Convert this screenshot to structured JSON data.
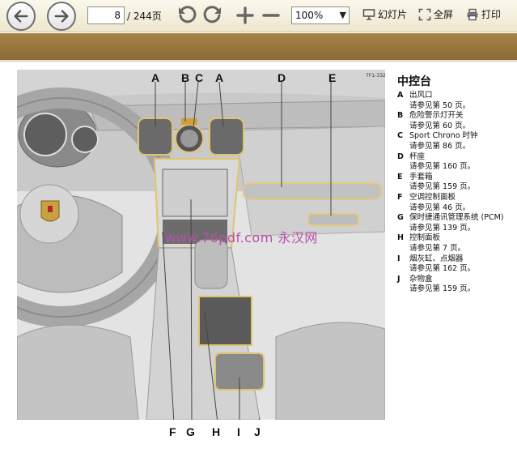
{
  "toolbar": {
    "page_current": "8",
    "page_total": "/ 244页",
    "zoom": "100%",
    "slideshow_label": "幻灯片",
    "fullscreen_label": "全屏",
    "print_label": "打印"
  },
  "figure": {
    "code": "7F1-332",
    "callouts_top": [
      "A",
      "B",
      "C",
      "A",
      "D",
      "E"
    ],
    "callouts_bottom": [
      "F",
      "G",
      "H",
      "I",
      "J"
    ],
    "watermark": "www.76pdf.com 永汉网"
  },
  "panel": {
    "title": "中控台",
    "items": [
      {
        "key": "A",
        "name": "出风口",
        "ref": "请参见第 50 页。"
      },
      {
        "key": "B",
        "name": "危险警示灯开关",
        "ref": "请参见第 60 页。"
      },
      {
        "key": "C",
        "name": "Sport Chrono 时钟",
        "ref": "请参见第 86 页。"
      },
      {
        "key": "D",
        "name": "杯座",
        "ref": "请参见第 160 页。"
      },
      {
        "key": "E",
        "name": "手套箱",
        "ref": "请参见第 159 页。"
      },
      {
        "key": "F",
        "name": "空调控制面板",
        "ref": "请参见第 46 页。"
      },
      {
        "key": "G",
        "name": "保时捷通讯管理系统 (PCM)",
        "ref": "请参见第 139 页。"
      },
      {
        "key": "H",
        "name": "控制面板",
        "ref": "请参见第 7 页。"
      },
      {
        "key": "I",
        "name": "烟灰缸、点烟器",
        "ref": "请参见第 162 页。"
      },
      {
        "key": "J",
        "name": "杂物盒",
        "ref": "请参见第 159 页。"
      }
    ]
  }
}
